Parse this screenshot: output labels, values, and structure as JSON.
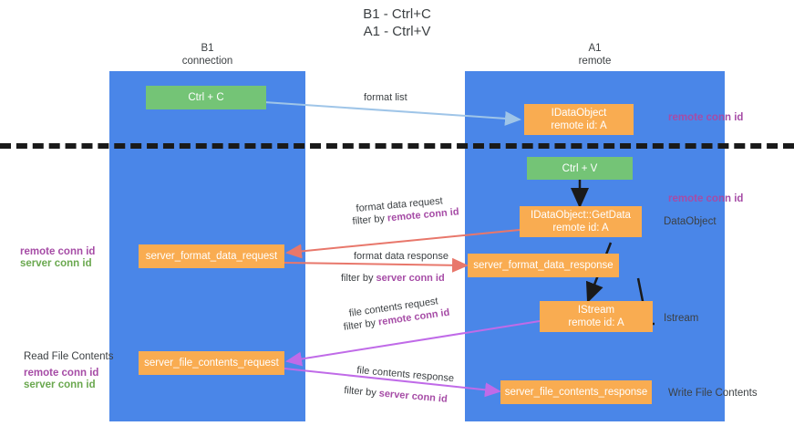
{
  "title": {
    "line1": "B1 - Ctrl+C",
    "line2": "A1 - Ctrl+V"
  },
  "columns": [
    {
      "name": "B1",
      "sub": "connection"
    },
    {
      "name": "A1",
      "sub": "remote"
    }
  ],
  "nodes": {
    "ctrl_c": "Ctrl + C",
    "idataobject_title": "IDataObject",
    "idataobject_sub": "remote id: A",
    "ctrl_v": "Ctrl + V",
    "getdata_title": "IDataObject::GetData",
    "getdata_sub": "remote id: A",
    "server_format_data_request": "server_format_data_request",
    "server_format_data_response": "server_format_data_response",
    "istream_title": "IStream",
    "istream_sub": "remote id: A",
    "server_file_contents_request": "server_file_contents_request",
    "server_file_contents_response": "server_file_contents_response"
  },
  "flows": {
    "format_list": "format list",
    "format_data_request": "format data request",
    "format_data_response": "format data response",
    "file_contents_request": "file contents request",
    "file_contents_response": "file contents response",
    "filter_by": "filter by ",
    "remote_conn_id": "remote conn id",
    "server_conn_id": "server conn id"
  },
  "annotations": {
    "right_remote_conn_id_top": "remote conn id",
    "right_remote_conn_id_mid": "remote conn id",
    "right_dataobject": "DataObject",
    "right_istream": "Istream",
    "right_write_file_contents": "Write File Contents",
    "left_remote_conn_id": "remote conn id",
    "left_server_conn_id": "server conn id",
    "left_read_file_contents": "Read File Contents",
    "left_remote_conn_id_2": "remote conn id",
    "left_server_conn_id_2": "server conn id"
  },
  "colors": {
    "lane": "#4a86e8",
    "green_node": "#74c476",
    "orange_node": "#f9ac51",
    "purple_text": "#a64ca6",
    "green_text": "#6aa84f",
    "arrow_blue": "#9fc5e8",
    "arrow_red": "#e8776b",
    "arrow_magenta": "#c06be8",
    "arrow_black": "#1a1a1a"
  }
}
